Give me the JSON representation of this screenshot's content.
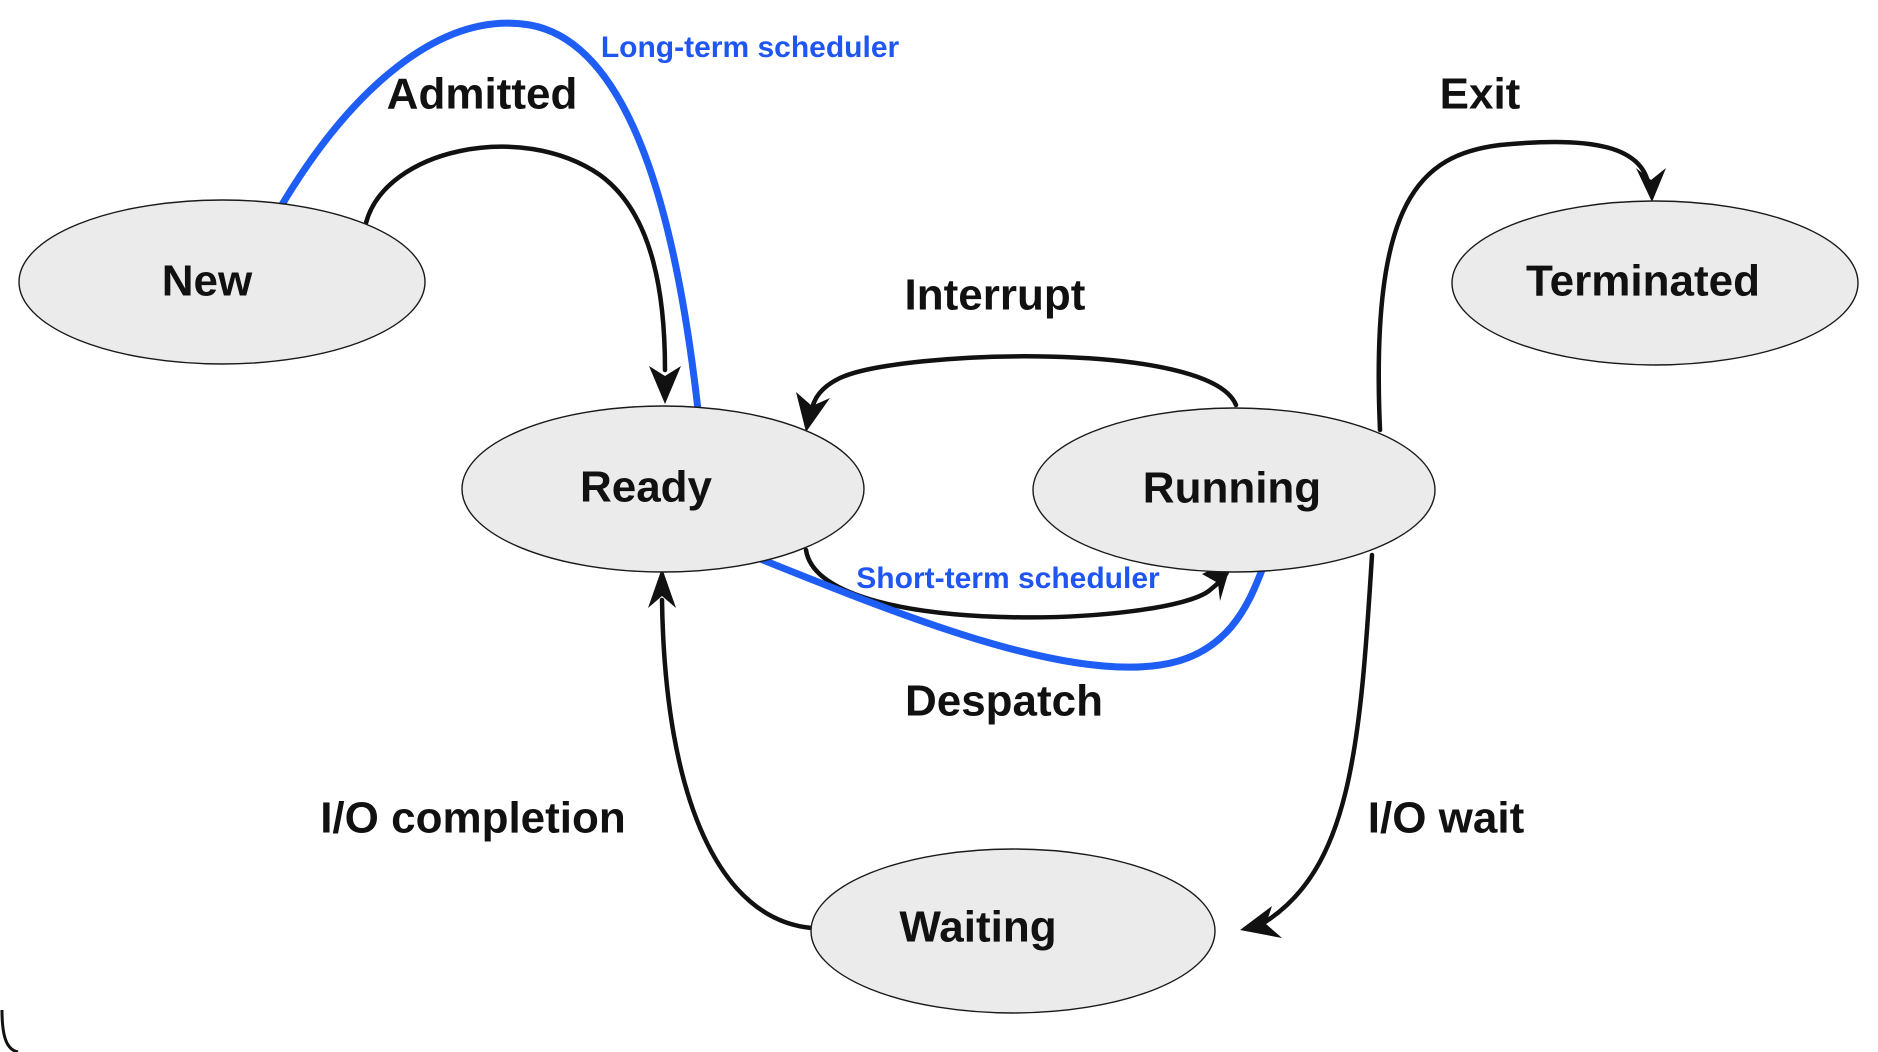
{
  "states": {
    "new": "New",
    "ready": "Ready",
    "running": "Running",
    "terminated": "Terminated",
    "waiting": "Waiting"
  },
  "transitions": {
    "admitted": "Admitted",
    "interrupt": "Interrupt",
    "despatch": "Despatch",
    "exit": "Exit",
    "io_wait": "I/O wait",
    "io_completion": "I/O completion"
  },
  "annotations": {
    "long_term_scheduler": "Long-term scheduler",
    "short_term_scheduler": "Short-term scheduler"
  },
  "colors": {
    "state_fill": "#ebebeb",
    "edge": "#111111",
    "scheduler": "#1f5ef5"
  }
}
